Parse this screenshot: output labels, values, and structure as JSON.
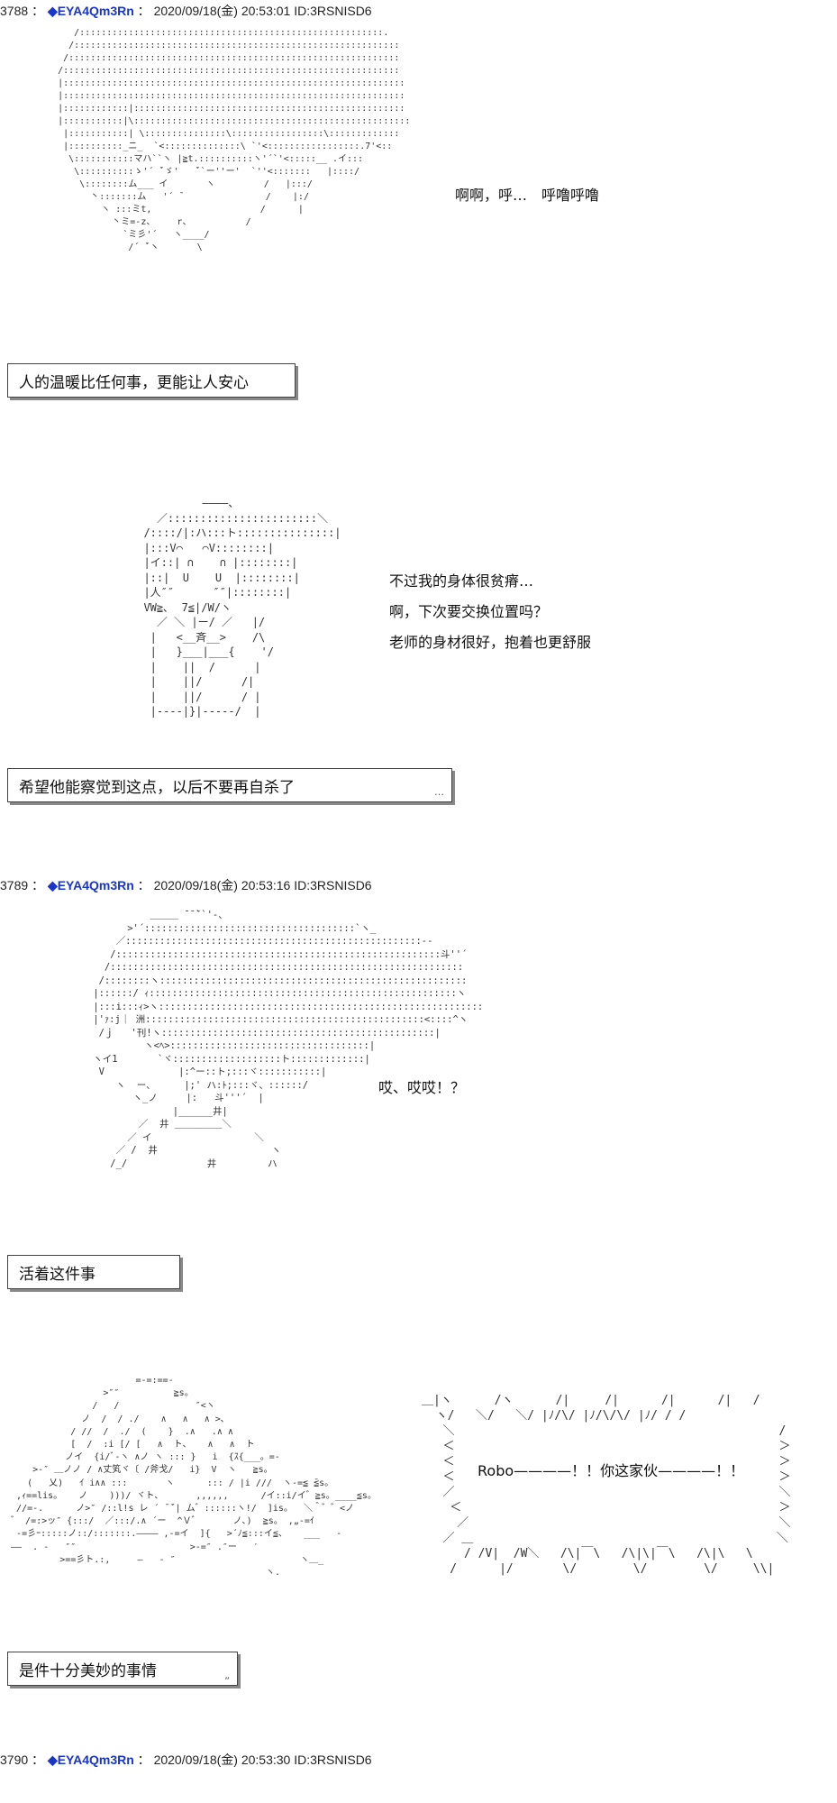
{
  "posts": [
    {
      "number": "3788",
      "name": "◆EYA4Qm3Rn",
      "datetime": "2020/09/18(金) 20:53:01",
      "id": "ID:3RSNISD6",
      "speech": [
        "啊啊，呼…　呼噜呼噜"
      ],
      "narration": "人的温暖比任何事，更能让人安心",
      "narration2_speech": [
        "不过我的身体很贫瘠…",
        "啊，下次要交换位置吗？",
        "老师的身材很好，抱着也更舒服"
      ],
      "narration2": "希望他能察觉到这点，以后不要再自杀了",
      "narration2_dots": "…"
    },
    {
      "number": "3789",
      "name": "◆EYA4Qm3Rn",
      "datetime": "2020/09/18(金) 20:53:16",
      "id": "ID:3RSNISD6",
      "speech": [
        "哎、哎哎！？"
      ],
      "narration": "活着这件事",
      "shout": "Robo————！！你这家伙————！！",
      "narration2": "是件十分美妙的事情",
      "narration2_dots": "„"
    },
    {
      "number": "3790",
      "name": "◆EYA4Qm3Rn",
      "datetime": "2020/09/18(金) 20:53:30",
      "id": "ID:3RSNISD6"
    }
  ]
}
